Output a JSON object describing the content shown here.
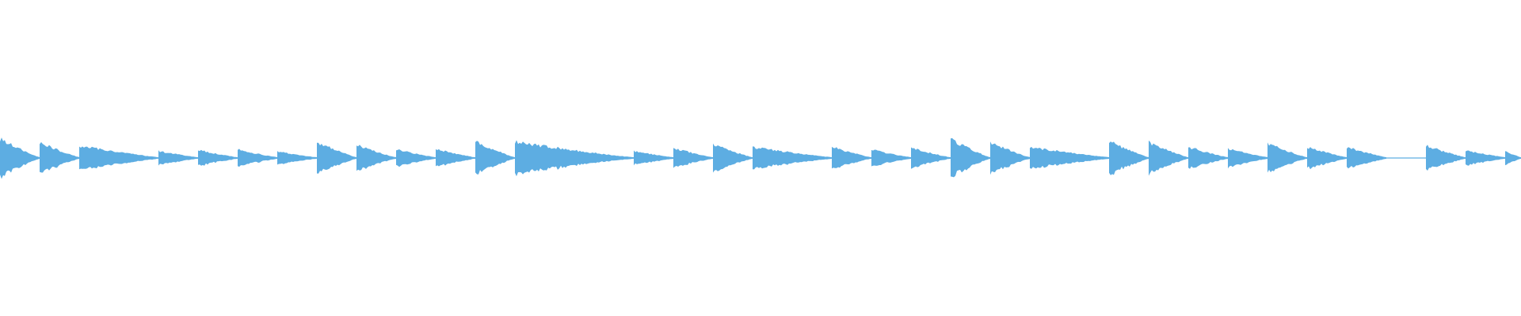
{
  "waveform": {
    "color": "#5dade2",
    "background": "#ffffff",
    "duration_beats": 192,
    "notes": [
      {
        "start": 0,
        "amp": 0.72,
        "len": 5
      },
      {
        "start": 5,
        "amp": 0.58,
        "len": 5
      },
      {
        "start": 10,
        "amp": 0.45,
        "len": 10
      },
      {
        "start": 20,
        "amp": 0.24,
        "len": 5
      },
      {
        "start": 25,
        "amp": 0.28,
        "len": 5
      },
      {
        "start": 30,
        "amp": 0.3,
        "len": 5
      },
      {
        "start": 35,
        "amp": 0.22,
        "len": 5
      },
      {
        "start": 40,
        "amp": 0.6,
        "len": 5
      },
      {
        "start": 45,
        "amp": 0.48,
        "len": 5
      },
      {
        "start": 50,
        "amp": 0.3,
        "len": 5
      },
      {
        "start": 55,
        "amp": 0.32,
        "len": 5
      },
      {
        "start": 60,
        "amp": 0.62,
        "len": 5
      },
      {
        "start": 65,
        "amp": 0.6,
        "len": 15
      },
      {
        "start": 80,
        "amp": 0.24,
        "len": 5
      },
      {
        "start": 85,
        "amp": 0.36,
        "len": 5
      },
      {
        "start": 90,
        "amp": 0.52,
        "len": 5
      },
      {
        "start": 95,
        "amp": 0.4,
        "len": 10
      },
      {
        "start": 105,
        "amp": 0.4,
        "len": 5
      },
      {
        "start": 110,
        "amp": 0.3,
        "len": 5
      },
      {
        "start": 115,
        "amp": 0.36,
        "len": 5
      },
      {
        "start": 120,
        "amp": 0.7,
        "len": 5
      },
      {
        "start": 125,
        "amp": 0.58,
        "len": 5
      },
      {
        "start": 130,
        "amp": 0.4,
        "len": 10
      },
      {
        "start": 140,
        "amp": 0.62,
        "len": 5
      },
      {
        "start": 145,
        "amp": 0.58,
        "len": 5
      },
      {
        "start": 150,
        "amp": 0.4,
        "len": 5
      },
      {
        "start": 155,
        "amp": 0.34,
        "len": 5
      },
      {
        "start": 160,
        "amp": 0.54,
        "len": 5
      },
      {
        "start": 165,
        "amp": 0.4,
        "len": 5
      },
      {
        "start": 170,
        "amp": 0.4,
        "len": 5
      },
      {
        "start": 180,
        "amp": 0.46,
        "len": 5
      },
      {
        "start": 185,
        "amp": 0.26,
        "len": 5
      },
      {
        "start": 190,
        "amp": 0.24,
        "len": 2
      }
    ]
  }
}
